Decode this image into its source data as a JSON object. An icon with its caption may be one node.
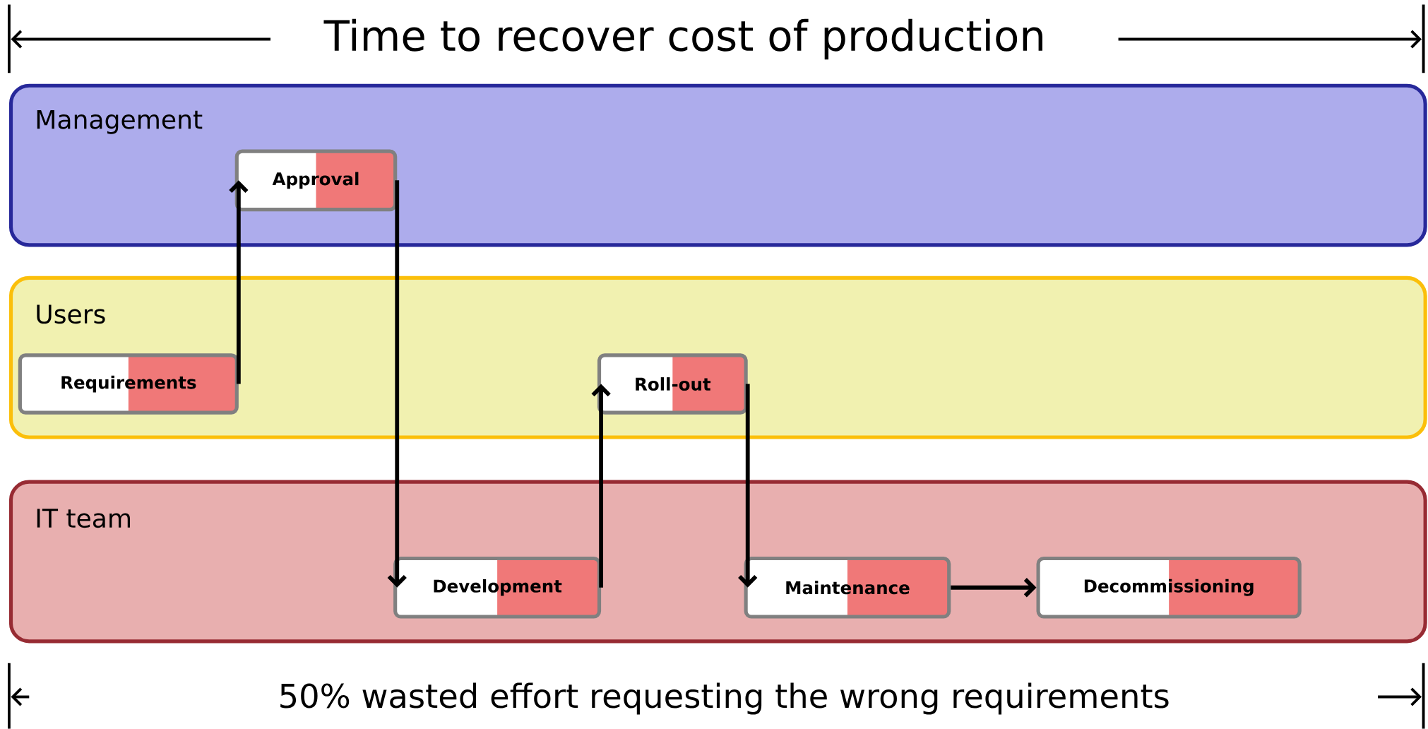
{
  "diagram": {
    "nodes": [
      {
        "text": [
          "Management"
        ]
      },
      {
        "text": [
          "Approval"
        ],
        "in": 0
      },
      {
        "text": [
          "Users"
        ]
      },
      {
        "text": [
          "Requirements"
        ],
        "in": 2
      },
      {
        "text": [
          "Roll-out"
        ],
        "in": 2
      },
      {
        "text": [
          "IT team"
        ]
      },
      {
        "text": [
          "Development"
        ],
        "in": 5
      },
      {
        "text": [
          "Maintenance"
        ],
        "in": 5
      },
      {
        "text": [
          "Decommissioning"
        ],
        "in": 5
      }
    ],
    "edges": [
      {
        "from": 3,
        "to": 1,
        "arrow": "to"
      },
      {
        "from": 1,
        "to": 6,
        "arrow": "to"
      },
      {
        "from": 6,
        "to": 4,
        "arrow": "to"
      },
      {
        "from": 4,
        "to": 7,
        "arrow": "to"
      },
      {
        "from": 7,
        "to": 8,
        "arrow": "to"
      }
    ],
    "labels": [
      "Time to recover cost of production",
      "50% wasted effort requesting the wrong requirements"
    ]
  }
}
